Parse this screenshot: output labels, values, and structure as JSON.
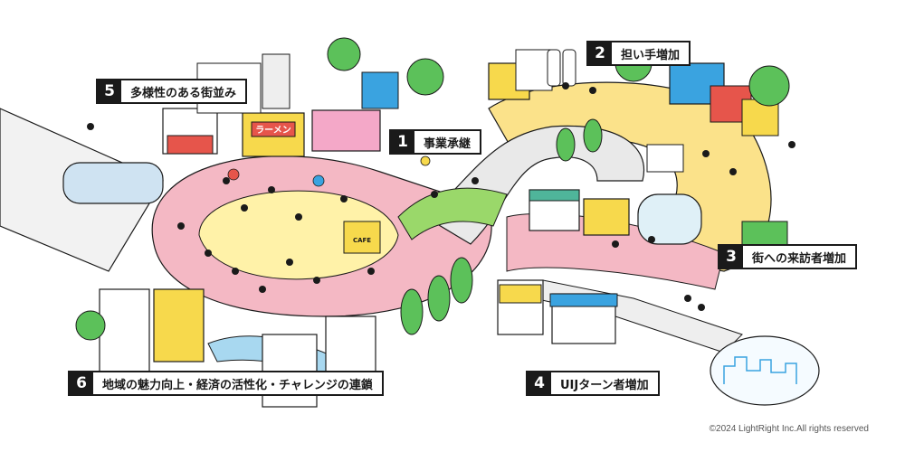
{
  "labels": [
    {
      "num": "1",
      "text": "事業承継"
    },
    {
      "num": "2",
      "text": "担い手増加"
    },
    {
      "num": "3",
      "text": "街への来訪者増加"
    },
    {
      "num": "4",
      "text": "UIJターン者増加"
    },
    {
      "num": "5",
      "text": "多様性のある街並み"
    },
    {
      "num": "6",
      "text": "地域の魅力向上・経済の活性化・チャレンジの連鎖"
    }
  ],
  "signs": {
    "ramen": "ラーメン",
    "cafe": "CAFE"
  },
  "copyright": "©2024 LightRight Inc.All rights reserved",
  "colors": {
    "pink": "#f4b8c4",
    "yellow": "#f7d94c",
    "green": "#5cc15a",
    "blue": "#3aa3e0",
    "ink": "#1a1a1a"
  }
}
